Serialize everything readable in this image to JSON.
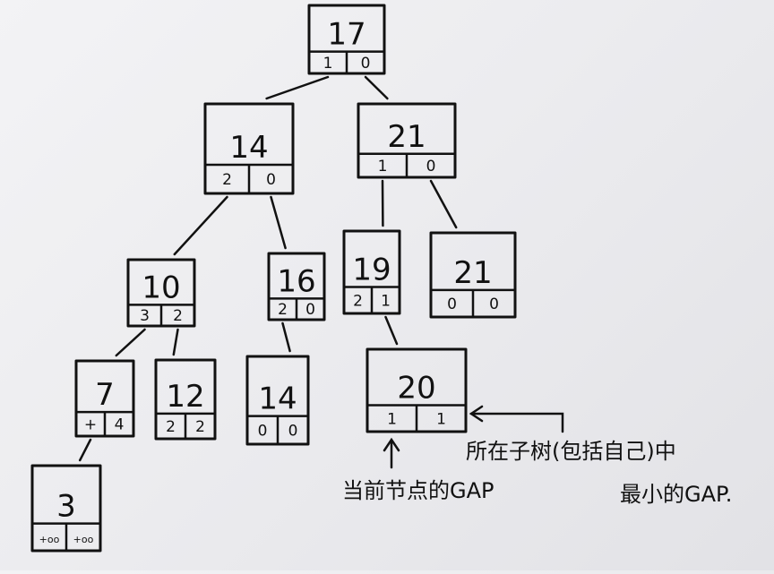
{
  "tree": {
    "nodes": [
      {
        "id": "n17",
        "key": "17",
        "left": "1",
        "right": "0"
      },
      {
        "id": "n14a",
        "key": "14",
        "left": "2",
        "right": "0"
      },
      {
        "id": "n21a",
        "key": "21",
        "left": "1",
        "right": "0"
      },
      {
        "id": "n10",
        "key": "10",
        "left": "3",
        "right": "2"
      },
      {
        "id": "n16",
        "key": "16",
        "left": "2",
        "right": "0"
      },
      {
        "id": "n19",
        "key": "19",
        "left": "2",
        "right": "1"
      },
      {
        "id": "n21b",
        "key": "21",
        "left": "0",
        "right": "0"
      },
      {
        "id": "n7",
        "key": "7",
        "left": "+",
        "right": "4"
      },
      {
        "id": "n12",
        "key": "12",
        "left": "2",
        "right": "2"
      },
      {
        "id": "n14b",
        "key": "14",
        "left": "0",
        "right": "0"
      },
      {
        "id": "n20",
        "key": "20",
        "left": "1",
        "right": "1"
      },
      {
        "id": "n3",
        "key": "3",
        "left": "+oo",
        "right": "+oo"
      }
    ],
    "edges": [
      [
        "n17",
        "n14a"
      ],
      [
        "n17",
        "n21a"
      ],
      [
        "n14a",
        "n10"
      ],
      [
        "n14a",
        "n16"
      ],
      [
        "n21a",
        "n19"
      ],
      [
        "n21a",
        "n21b"
      ],
      [
        "n10",
        "n7"
      ],
      [
        "n10",
        "n12"
      ],
      [
        "n16",
        "n14b"
      ],
      [
        "n19",
        "n20"
      ],
      [
        "n7",
        "n3"
      ]
    ]
  },
  "annotations": {
    "current_gap": "当前节点的GAP",
    "subtree_min_gap_line1": "所在子树(包括自己)中",
    "subtree_min_gap_line2": "最小的GAP."
  }
}
